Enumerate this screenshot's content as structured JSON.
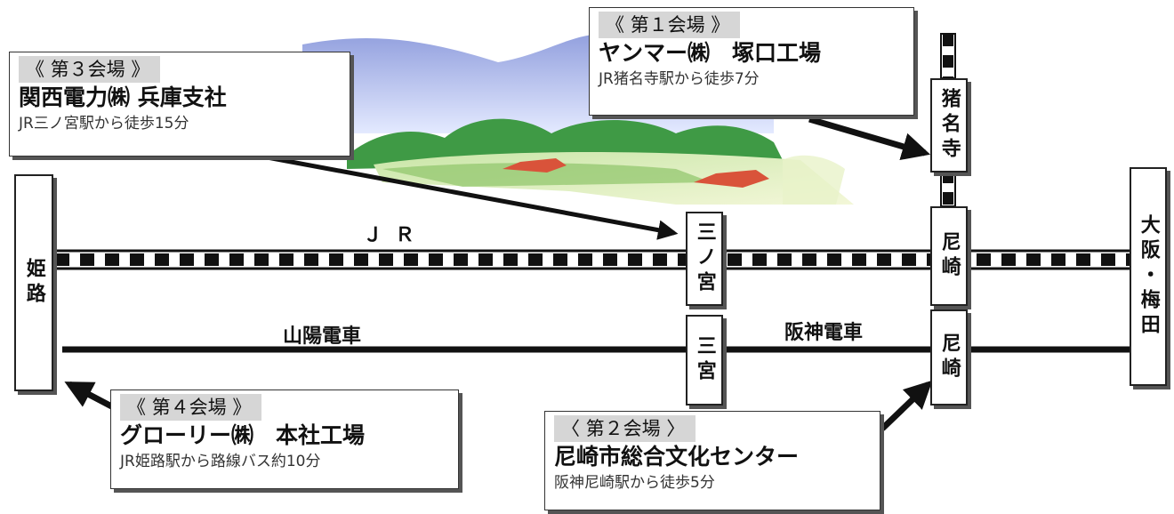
{
  "stations": {
    "himeji": "姫路",
    "sannomiya_jr": "三ノ宮",
    "sannomiya_hanshin": "三宮",
    "amagasaki_jr": "尼崎",
    "amagasaki_hanshin": "尼崎",
    "inadera": "猪名寺",
    "osaka_umeda": "大阪・梅田"
  },
  "lines": {
    "jr": "ＪＲ",
    "sanyo": "山陽電車",
    "hanshin": "阪神電車"
  },
  "venues": {
    "v1": {
      "title": "《 第１会場 》",
      "name": "ヤンマー㈱　塚口工場",
      "access": "JR猪名寺駅から徒歩7分"
    },
    "v2": {
      "title": "〈 第２会場 〉",
      "name": "尼崎市総合文化センター",
      "access": "阪神尼崎駅から徒歩5分"
    },
    "v3": {
      "title": "《 第３会場 》",
      "name": "関西電力㈱ 兵庫支社",
      "access": "JR三ノ宮駅から徒歩15分"
    },
    "v4": {
      "title": "《 第４会場 》",
      "name": "グローリー㈱　本社工場",
      "access": "JR姫路駅から路線バス約10分"
    }
  },
  "colors": {
    "line": "#111111",
    "shadow": "#555555",
    "label_bg": "#d6d6d6"
  }
}
